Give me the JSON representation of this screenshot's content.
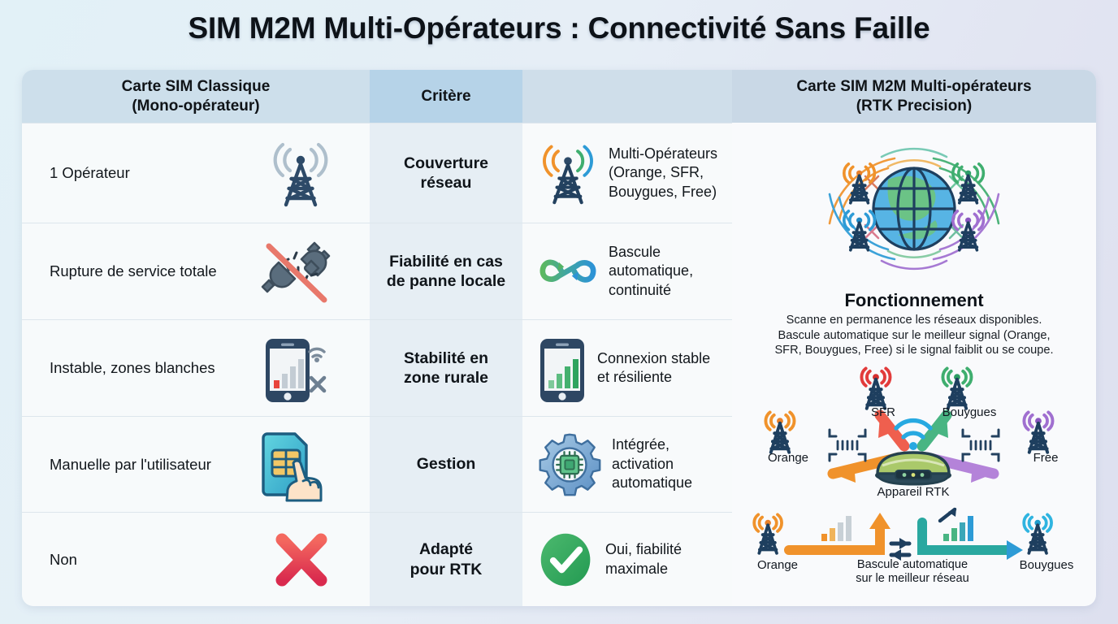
{
  "title": "SIM M2M Multi-Opérateurs : Connectivité Sans Faille",
  "table": {
    "headers": {
      "left": "Carte SIM Classique\n(Mono-opérateur)",
      "left_line1": "Carte SIM Classique",
      "left_line2": "(Mono-opérateur)",
      "criteria": "Critère",
      "right": "",
      "panel_line1": "Carte SIM M2M Multi-opérateurs",
      "panel_line2": "(RTK Precision)"
    },
    "rows": [
      {
        "left_text": "1 Opérateur",
        "left_icon": "antenna-tower-grey-icon",
        "criteria_line1": "Couverture",
        "criteria_line2": "réseau",
        "right_icon": "antenna-tower-multicolor-icon",
        "right_text_line1": "Multi-Opérateurs",
        "right_text_line2": "(Orange, SFR,",
        "right_text_line3": "Bouygues, Free)"
      },
      {
        "left_text": "Rupture de service totale",
        "left_icon": "unplugged-cable-icon",
        "criteria_line1": "Fiabilité en cas",
        "criteria_line2": "de panne locale",
        "right_icon": "infinity-loop-icon",
        "right_text_line1": "Bascule",
        "right_text_line2": "automatique,",
        "right_text_line3": "continuité"
      },
      {
        "left_text": "Instable, zones blanches",
        "left_icon": "phone-weak-signal-icon",
        "criteria_line1": "Stabilité en",
        "criteria_line2": "zone rurale",
        "right_icon": "phone-strong-signal-icon",
        "right_text_line1": "Connexion stable",
        "right_text_line2": "et résiliente",
        "right_text_line3": ""
      },
      {
        "left_text": "Manuelle par l'utilisateur",
        "left_icon": "sim-card-hand-icon",
        "criteria_line1": "Gestion",
        "criteria_line2": "",
        "right_icon": "gear-chip-icon",
        "right_text_line1": "Intégrée, activation",
        "right_text_line2": "automatique",
        "right_text_line3": ""
      },
      {
        "left_text": "Non",
        "left_icon": "red-cross-icon",
        "criteria_line1": "Adapté",
        "criteria_line2": "pour RTK",
        "right_icon": "green-check-circle-icon",
        "right_text_line1": "Oui, fiabilité",
        "right_text_line2": "maximale",
        "right_text_line3": ""
      }
    ]
  },
  "panel": {
    "globe_diagram_label": "globe-multi-tower-diagram",
    "section_title": "Fonctionnement",
    "description_line1": "Scanne en permanence les réseaux disponibles.",
    "description_line2": "Bascule automatique sur le meilleur signal (Orange,",
    "description_line3": "SFR, Bouygues, Free) si le signal faiblit ou se coupe.",
    "operators": {
      "sfr": "SFR",
      "bouygues": "Bouygues",
      "orange": "Orange",
      "free": "Free"
    },
    "device_label": "Appareil RTK",
    "bottom": {
      "left_tower": "Orange",
      "right_tower": "Bouygues",
      "caption_line1": "Bascule automatique",
      "caption_line2": "sur le meilleur réseau"
    }
  },
  "colors": {
    "orange": "#f0922b",
    "red": "#e23b3b",
    "green": "#3fae6f",
    "purple": "#a06fd0",
    "blue": "#2d9bd6",
    "teal": "#32a39a",
    "navy": "#23415f",
    "grey": "#aebfcc",
    "accent_header": "#b6d3e8",
    "page_bg_start": "#e2f1f7",
    "page_bg_end": "#dde0ef"
  }
}
